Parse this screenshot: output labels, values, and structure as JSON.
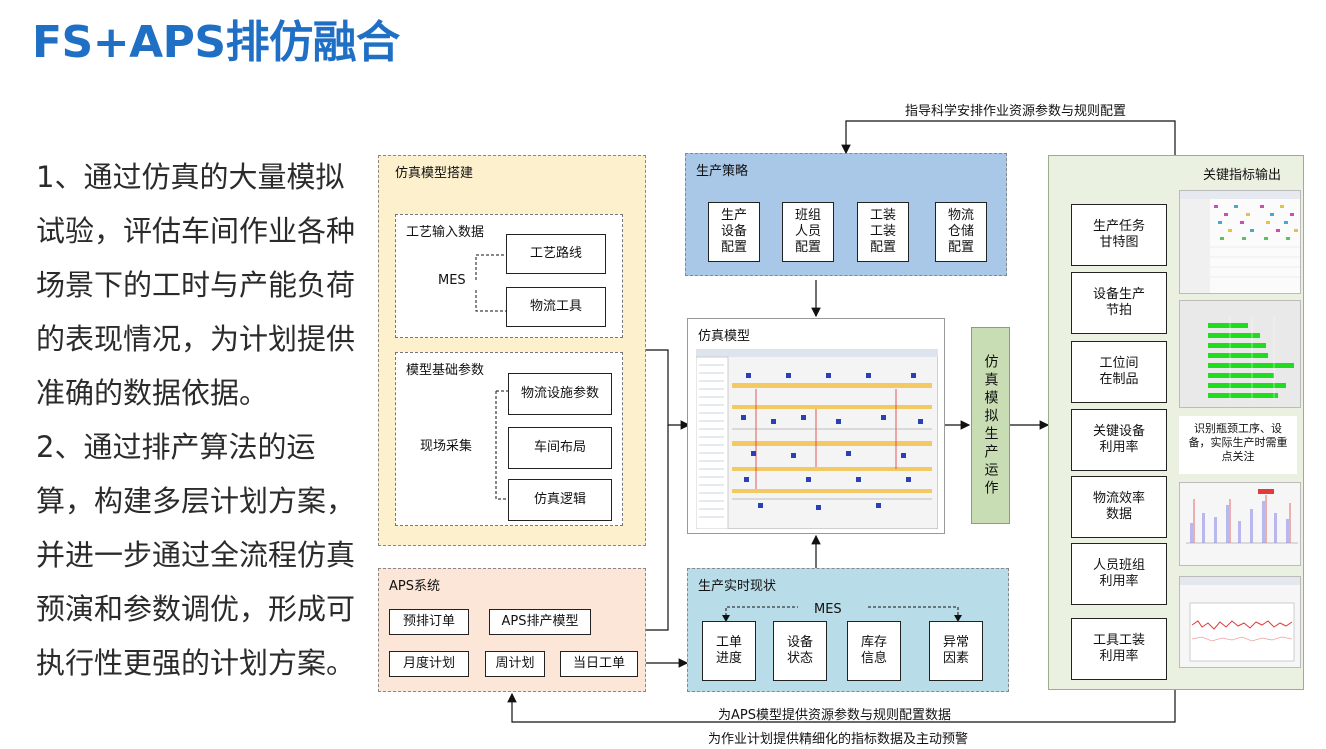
{
  "title": "FS+APS排仿融合",
  "paragraph": [
    "1、通过仿真的大量模拟试验，评估车间作业各种场景下的工时与产能负荷的表现情况，为计划提供准确的数据依据。",
    "2、通过排产算法的运算，构建多层计划方案，并进一步通过全流程仿真预演和参数调优，形成可执行性更强的计划方案。"
  ],
  "top_label": "指导科学安排作业资源参数与规则配置",
  "bottom_label_1": "为APS模型提供资源参数与规则配置数据",
  "bottom_label_2": "为作业计划提供精细化的指标数据及主动预警",
  "model_build": {
    "title": "仿真模型搭建",
    "process_input": {
      "title": "工艺输入数据",
      "source": "MES",
      "items": [
        "工艺路线",
        "物流工具"
      ]
    },
    "base_params": {
      "title": "模型基础参数",
      "source": "现场采集",
      "items": [
        "物流设施参数",
        "车间布局",
        "仿真逻辑"
      ]
    }
  },
  "aps": {
    "title": "APS系统",
    "row1": [
      "预排订单",
      "APS排产模型"
    ],
    "row2": [
      "月度计划",
      "周计划",
      "当日工单"
    ]
  },
  "strategy": {
    "title": "生产策略",
    "items": [
      "生产\n设备\n配置",
      "班组\n人员\n配置",
      "工装\n工装\n配置",
      "物流\n仓储\n配置"
    ]
  },
  "sim_model": {
    "title": "仿真模型"
  },
  "sim_run": "仿真模拟生产运作",
  "realtime": {
    "title": "生产实时现状",
    "source": "MES",
    "items": [
      "工单\n进度",
      "设备\n状态",
      "库存\n信息",
      "异常\n因素"
    ]
  },
  "kpi": {
    "title": "关键指标输出",
    "items": [
      "生产任务\n甘特图",
      "设备生产\n节拍",
      "工位间\n在制品",
      "关键设备\n利用率",
      "物流效率\n数据",
      "人员班组\n利用率",
      "工具工装\n利用率"
    ],
    "note": "识别瓶颈工序、设备，实际生产时需重点关注"
  },
  "colors": {
    "title": "#1f6fc5",
    "model_build_bg": "#fdf0cc",
    "aps_bg": "#fbe6d8",
    "strategy_bg": "#a9c8e8",
    "realtime_bg": "#b9dde8",
    "sim_run_bg": "#c9ddb4",
    "kpi_bg": "#eaf1e0"
  }
}
